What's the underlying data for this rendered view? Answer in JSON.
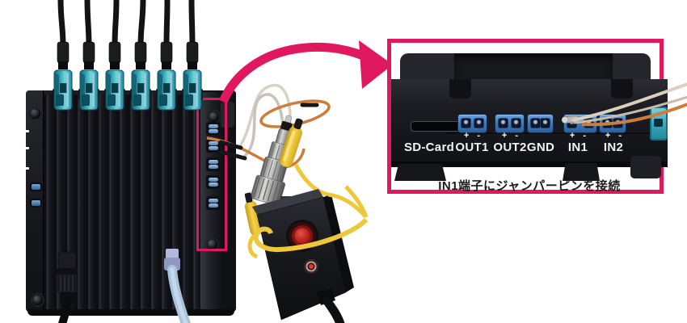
{
  "colors": {
    "accent": "#E0195E",
    "connector_teal": "#3fb0c2",
    "terminal_blue": "#3f7cc0",
    "wire_yellow": "#eec83b",
    "wire_orange": "#cd7c3c",
    "ethernet_blue": "#a9c3dd"
  },
  "inset": {
    "ports": [
      {
        "label": "SD-Card",
        "polarity": ""
      },
      {
        "label": "OUT1",
        "polarity": "+ -"
      },
      {
        "label": "OUT2",
        "polarity": "+ -"
      },
      {
        "label": "GND",
        "polarity": ""
      },
      {
        "label": "IN1",
        "polarity": "+ -"
      },
      {
        "label": "IN2",
        "polarity": "+ -"
      }
    ],
    "caption": "IN1端子にジャンパーピンを接続"
  }
}
